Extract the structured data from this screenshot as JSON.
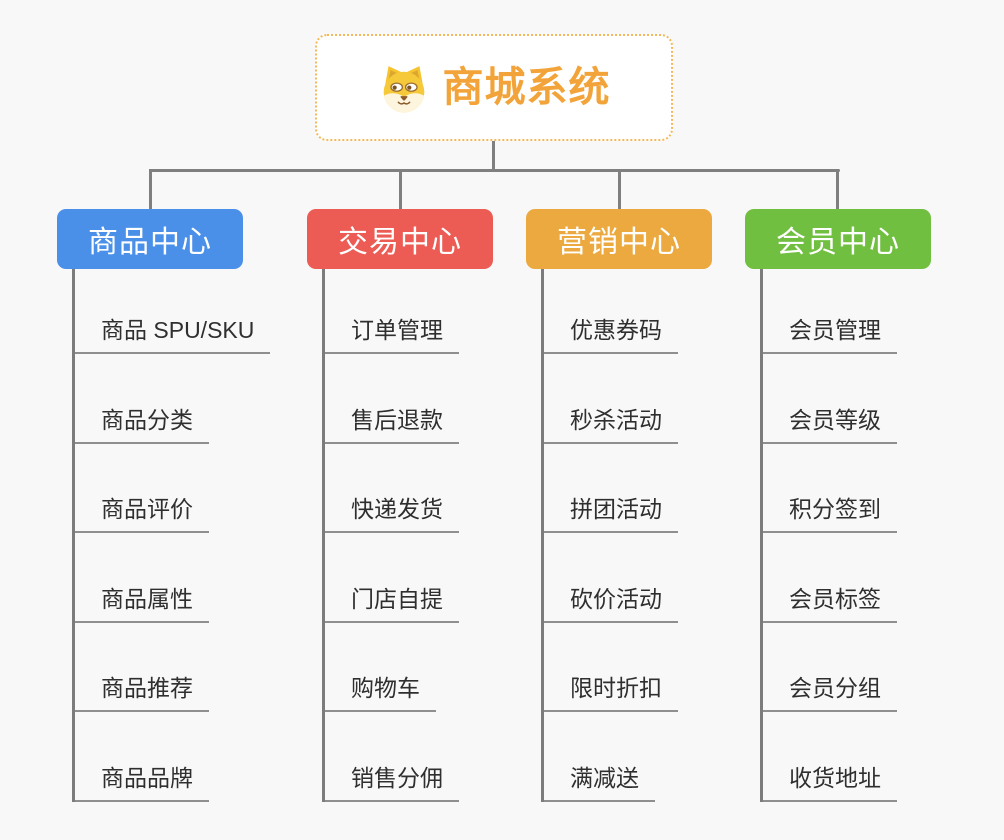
{
  "root": {
    "title": "商城系统",
    "icon": "shiba-dog-icon"
  },
  "branches": [
    {
      "label": "商品中心",
      "color": "#4a90e9",
      "items": [
        "商品 SPU/SKU",
        "商品分类",
        "商品评价",
        "商品属性",
        "商品推荐",
        "商品品牌"
      ]
    },
    {
      "label": "交易中心",
      "color": "#ec5b54",
      "items": [
        "订单管理",
        "售后退款",
        "快递发货",
        "门店自提",
        "购物车",
        "销售分佣"
      ]
    },
    {
      "label": "营销中心",
      "color": "#eba93f",
      "items": [
        "优惠券码",
        "秒杀活动",
        "拼团活动",
        "砍价活动",
        "限时折扣",
        "满减送"
      ]
    },
    {
      "label": "会员中心",
      "color": "#70bf41",
      "items": [
        "会员管理",
        "会员等级",
        "积分签到",
        "会员标签",
        "会员分组",
        "收货地址"
      ]
    }
  ],
  "colors": {
    "canvas_background": "#f8f8f8",
    "connector": "#7f7f7f",
    "item_underline": "#8f8f8f",
    "item_text": "#2f2f2f",
    "root_border": "#f4b85a",
    "root_title_text": "#f2a43a",
    "root_background": "#ffffff"
  }
}
